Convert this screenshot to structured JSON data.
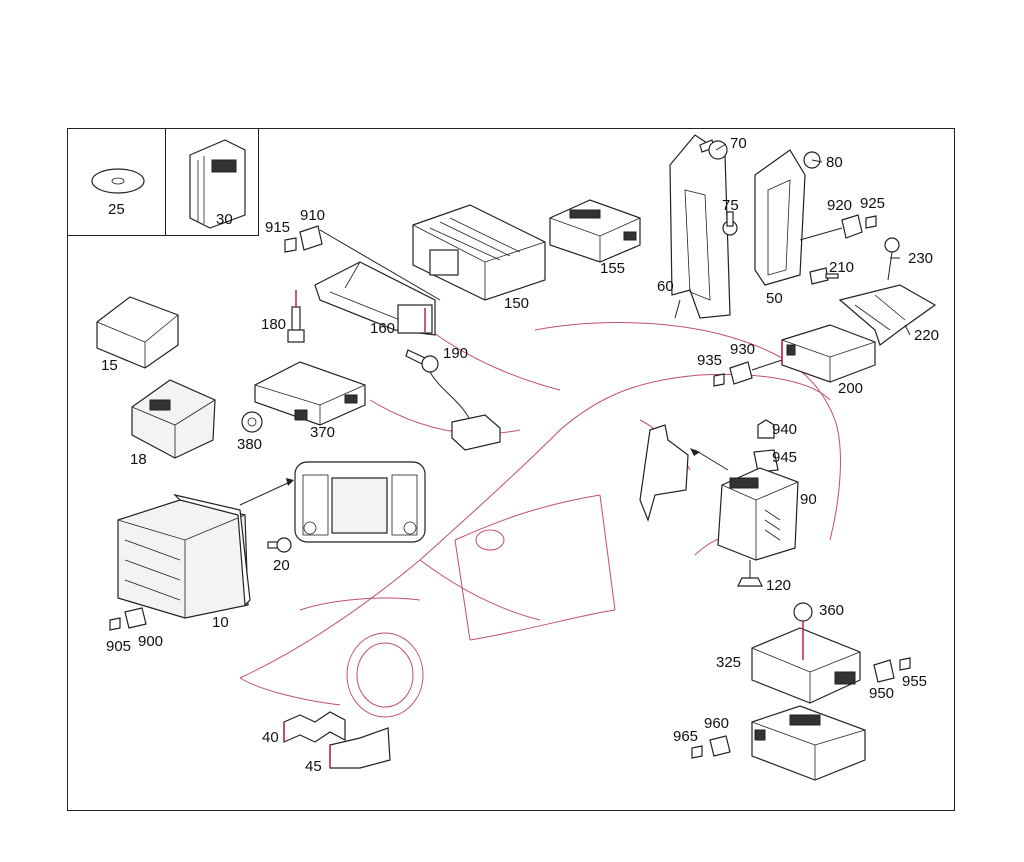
{
  "labels": {
    "p25": "25",
    "p30": "30",
    "p15": "15",
    "p18": "18",
    "p915": "915",
    "p910": "910",
    "p180": "180",
    "p160": "160",
    "p190": "190",
    "p150": "150",
    "p155": "155",
    "p380": "380",
    "p370": "370",
    "p60": "60",
    "p70": "70",
    "p75": "75",
    "p80": "80",
    "p50": "50",
    "p920": "920",
    "p925": "925",
    "p230": "230",
    "p210": "210",
    "p220": "220",
    "p935": "935",
    "p930": "930",
    "p200": "200",
    "p940": "940",
    "p945": "945",
    "p90": "90",
    "p120": "120",
    "p20": "20",
    "p10": "10",
    "p905": "905",
    "p900": "900",
    "p360": "360",
    "p325": "325",
    "p950": "950",
    "p955": "955",
    "p965": "965",
    "p960": "960",
    "p40": "40",
    "p45": "45"
  },
  "colors": {
    "car_outline": "#c0506e",
    "line": "#222222",
    "highlight": "#c0204a"
  }
}
